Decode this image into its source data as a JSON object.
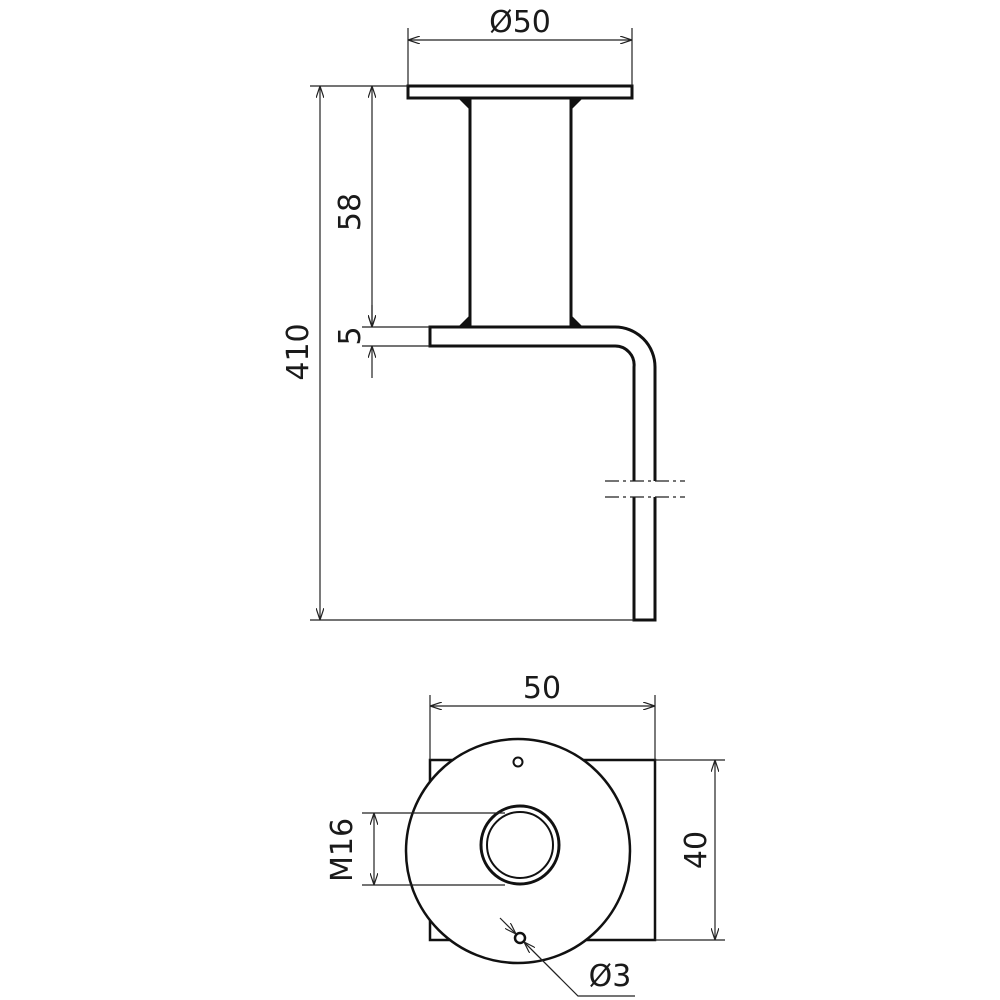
{
  "drawing": {
    "side_view": {
      "dim_plate_diameter": "Ø50",
      "dim_total_height": "410",
      "dim_tube_height": "58",
      "dim_bracket_thickness": "5"
    },
    "bottom_view": {
      "dim_width": "50",
      "dim_depth": "40",
      "dim_thread": "M16",
      "dim_hole_diameter": "Ø3"
    },
    "colors": {
      "line": "#111111",
      "background": "#ffffff"
    }
  }
}
